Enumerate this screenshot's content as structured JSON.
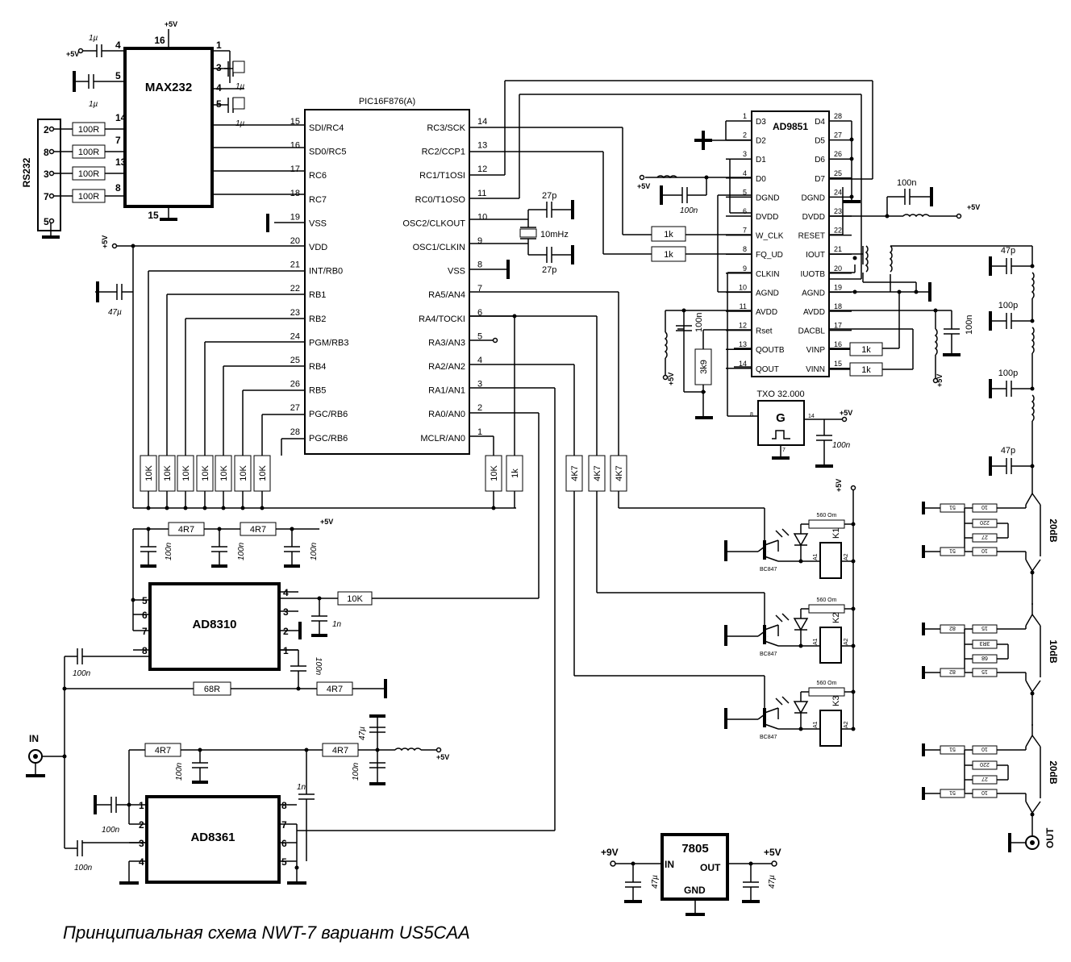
{
  "caption": "Принципиальная схема NWT-7 вариант US5CAA",
  "rs232": {
    "label": "RS232",
    "pins": [
      "2",
      "8",
      "3",
      "7",
      "5"
    ],
    "resistors": [
      "100R",
      "100R",
      "100R",
      "100R"
    ]
  },
  "max232": {
    "name": "MAX232",
    "pins_left": [
      "4",
      "5",
      "14",
      "7",
      "13",
      "8"
    ],
    "pins_right": [
      "1",
      "3",
      "4",
      "5"
    ],
    "pin_top": "16",
    "pin_bottom": "15",
    "supply": "+5V",
    "caps": [
      "1µ",
      "1µ",
      "1µ",
      "1µ"
    ]
  },
  "pic": {
    "name": "PIC16F876(A)",
    "left_pins": [
      {
        "num": "15",
        "name": "SDI/RC4"
      },
      {
        "num": "16",
        "name": "SD0/RC5"
      },
      {
        "num": "17",
        "name": "RC6"
      },
      {
        "num": "18",
        "name": "RC7"
      },
      {
        "num": "19",
        "name": "VSS"
      },
      {
        "num": "20",
        "name": "VDD"
      },
      {
        "num": "21",
        "name": "INT/RB0"
      },
      {
        "num": "22",
        "name": "RB1"
      },
      {
        "num": "23",
        "name": "RB2"
      },
      {
        "num": "24",
        "name": "PGM/RB3"
      },
      {
        "num": "25",
        "name": "RB4"
      },
      {
        "num": "26",
        "name": "RB5"
      },
      {
        "num": "27",
        "name": "PGC/RB6"
      },
      {
        "num": "28",
        "name": "PGC/RB6"
      }
    ],
    "right_pins": [
      {
        "num": "14",
        "name": "RC3/SCK"
      },
      {
        "num": "13",
        "name": "RC2/CCP1"
      },
      {
        "num": "12",
        "name": "RC1/T1OSI"
      },
      {
        "num": "11",
        "name": "RC0/T1OSO"
      },
      {
        "num": "10",
        "name": "OSC2/CLKOUT"
      },
      {
        "num": "9",
        "name": "OSC1/CLKIN"
      },
      {
        "num": "8",
        "name": "VSS"
      },
      {
        "num": "7",
        "name": "RA5/AN4"
      },
      {
        "num": "6",
        "name": "RA4/TOCKI"
      },
      {
        "num": "5",
        "name": "RA3/AN3"
      },
      {
        "num": "4",
        "name": "RA2/AN2"
      },
      {
        "num": "3",
        "name": "RA1/AN1"
      },
      {
        "num": "2",
        "name": "RA0/AN0"
      },
      {
        "num": "1",
        "name": "MCLR/AN0"
      }
    ],
    "supply": "+5V",
    "decoupling_cap": "47µ",
    "pullups": [
      "10K",
      "10K",
      "10K",
      "10K",
      "10K",
      "10K",
      "10K"
    ],
    "mclr_res": [
      "10K",
      "1k"
    ],
    "relay_res": [
      "4K7",
      "4K7",
      "4K7"
    ],
    "crystal": "10mHz",
    "xtal_caps": [
      "27p",
      "27p"
    ]
  },
  "ad9851": {
    "name": "AD9851",
    "left_pins": [
      {
        "num": "1",
        "name": "D3"
      },
      {
        "num": "2",
        "name": "D2"
      },
      {
        "num": "3",
        "name": "D1"
      },
      {
        "num": "4",
        "name": "D0"
      },
      {
        "num": "5",
        "name": "DGND"
      },
      {
        "num": "6",
        "name": "DVDD"
      },
      {
        "num": "7",
        "name": "W_CLK"
      },
      {
        "num": "8",
        "name": "FQ_UD"
      },
      {
        "num": "9",
        "name": "CLKIN"
      },
      {
        "num": "10",
        "name": "AGND"
      },
      {
        "num": "11",
        "name": "AVDD"
      },
      {
        "num": "12",
        "name": "Rset"
      },
      {
        "num": "13",
        "name": "QOUTB"
      },
      {
        "num": "14",
        "name": "QOUT"
      }
    ],
    "right_pins": [
      {
        "num": "28",
        "name": "D4"
      },
      {
        "num": "27",
        "name": "D5"
      },
      {
        "num": "26",
        "name": "D6"
      },
      {
        "num": "25",
        "name": "D7"
      },
      {
        "num": "24",
        "name": "DGND"
      },
      {
        "num": "23",
        "name": "DVDD"
      },
      {
        "num": "22",
        "name": "RESET"
      },
      {
        "num": "21",
        "name": "IOUT"
      },
      {
        "num": "20",
        "name": "IUOTB"
      },
      {
        "num": "19",
        "name": "AGND"
      },
      {
        "num": "18",
        "name": "AVDD"
      },
      {
        "num": "17",
        "name": "DACBL"
      },
      {
        "num": "16",
        "name": "VINP"
      },
      {
        "num": "15",
        "name": "VINN"
      }
    ],
    "series_res": [
      "1k",
      "1k"
    ],
    "vin_res": [
      "1k",
      "1k"
    ],
    "rset": "3k9",
    "caps": [
      "100n",
      "100n",
      "100n",
      "100n"
    ],
    "supply": "+5V"
  },
  "oscillator": {
    "name": "TXO 32.000",
    "symbol": "G",
    "pins": [
      "8",
      "14",
      "7"
    ],
    "supply": "+5V",
    "cap": "100n"
  },
  "lpf": {
    "caps": [
      "47p",
      "100p",
      "100p",
      "47p"
    ]
  },
  "attenuators": [
    {
      "label": "20dB",
      "values": [
        "51",
        "10",
        "220",
        "27",
        "51",
        "10"
      ]
    },
    {
      "label": "10dB",
      "values": [
        "82",
        "15",
        "3R3",
        "68",
        "82",
        "15"
      ]
    },
    {
      "label": "20dB",
      "values": [
        "51",
        "10",
        "220",
        "27",
        "51",
        "10"
      ]
    }
  ],
  "relays": [
    {
      "name": "K1",
      "res": "560 Om",
      "transistor": "BC847",
      "pins": [
        "A1",
        "A2"
      ]
    },
    {
      "name": "K2",
      "res": "560 Om",
      "transistor": "BC847",
      "pins": [
        "A1",
        "A2"
      ]
    },
    {
      "name": "K3",
      "res": "560 Om",
      "transistor": "BC847",
      "pins": [
        "A1",
        "A2"
      ]
    }
  ],
  "relay_supply": "+5V",
  "ad8310": {
    "name": "AD8310",
    "left_pins": [
      "5",
      "6",
      "7",
      "8"
    ],
    "right_pins": [
      "4",
      "3",
      "2",
      "1"
    ],
    "res": [
      "4R7",
      "4R7",
      "10K",
      "68R",
      "4R7"
    ],
    "caps": [
      "100n",
      "100n",
      "100n",
      "1n",
      "100n",
      "100n"
    ],
    "supply": "+5V"
  },
  "ad8361": {
    "name": "AD8361",
    "left_pins": [
      "1",
      "2",
      "3",
      "4"
    ],
    "right_pins": [
      "8",
      "7",
      "6",
      "5"
    ],
    "res": [
      "4R7",
      "4R7"
    ],
    "caps": [
      "100n",
      "100n",
      "100n",
      "100n",
      "47µ",
      "1n"
    ],
    "supply": "+5V"
  },
  "regulator": {
    "name": "7805",
    "in_label": "IN",
    "out_label": "OUT",
    "gnd_label": "GND",
    "vin": "+9V",
    "vout": "+5V",
    "caps": [
      "47µ",
      "47µ"
    ]
  },
  "connectors": {
    "in": "IN",
    "out": "OUT"
  }
}
